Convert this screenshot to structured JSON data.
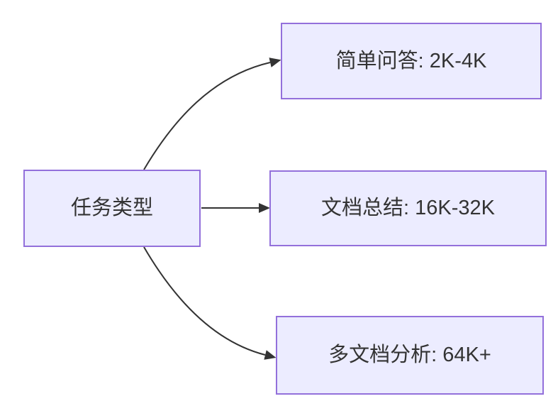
{
  "diagram": {
    "type": "flowchart-left-to-right",
    "root": {
      "label": "任务类型"
    },
    "branches": [
      {
        "label": "简单问答: 2K-4K"
      },
      {
        "label": "文档总结: 16K-32K"
      },
      {
        "label": "多文档分析: 64K+"
      }
    ],
    "edges": [
      {
        "from": "任务类型",
        "to": "简单问答: 2K-4K"
      },
      {
        "from": "任务类型",
        "to": "文档总结: 16K-32K"
      },
      {
        "from": "任务类型",
        "to": "多文档分析: 64K+"
      }
    ],
    "colors": {
      "background": "#FFFFFF",
      "node_fill": "#ECECFF",
      "node_border": "#9370DB",
      "edge": "#333333",
      "text": "#333333"
    }
  }
}
